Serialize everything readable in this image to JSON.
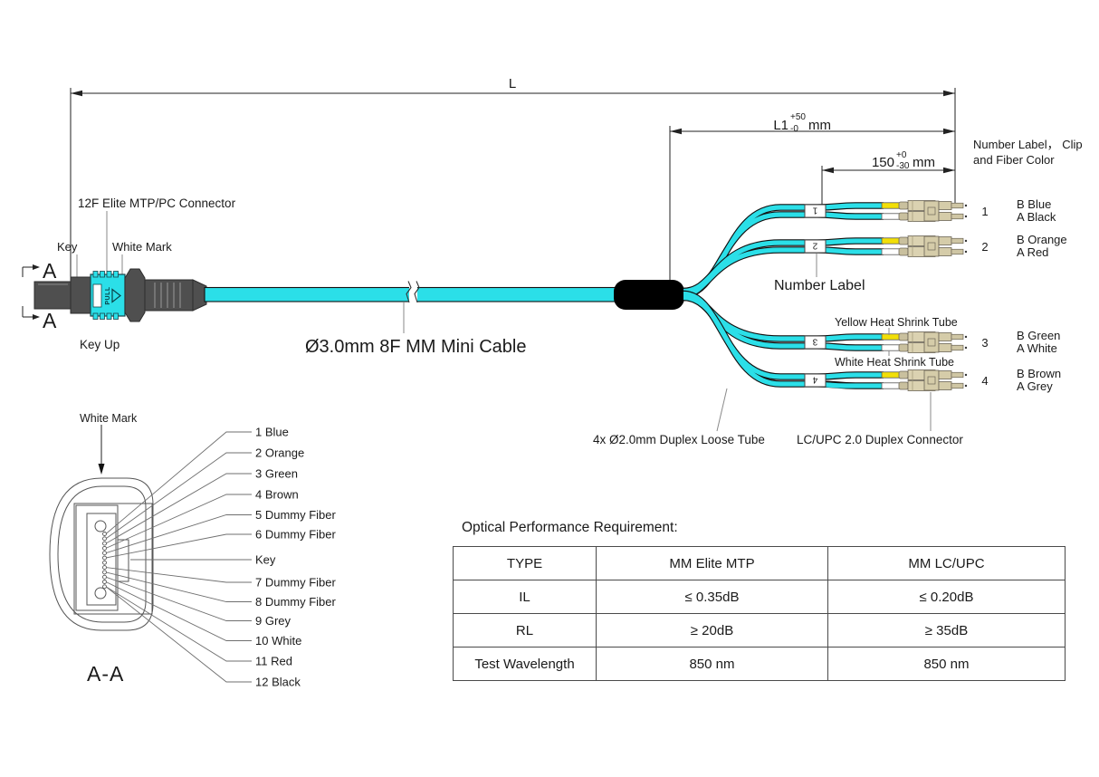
{
  "colors": {
    "fiber_cyan": "#2BDFE8",
    "heat_shrink_yellow": "#F2DF08",
    "lc_body_beige": "#D9D0AF",
    "connector_dark_grey": "#4F4F4F",
    "sleeve_black": "#000000"
  },
  "dims": {
    "l": "L",
    "l1": "L1",
    "l1_plus": "+50",
    "l1_minus": "-0",
    "l1_unit": "mm",
    "d150": "150",
    "d150_plus": "+0",
    "d150_minus": "-30",
    "d150_unit": "mm"
  },
  "note": {
    "line1": "Number Label， Clip",
    "line2": "and Fiber Color"
  },
  "mtp": {
    "connector": "12F Elite MTP/PC Connector",
    "key": "Key",
    "white_mark": "White Mark",
    "key_up": "Key Up",
    "pull": "PULL",
    "section_letter_top": "A",
    "section_letter_bottom": "A"
  },
  "cable": {
    "label": "Ø3.0mm 8F MM Mini Cable"
  },
  "breakout": {
    "number_label": "Number Label",
    "yellow_tube": "Yellow Heat Shrink Tube",
    "white_tube": "White Heat Shrink Tube",
    "loose_tube": "4x Ø2.0mm Duplex Loose Tube",
    "lc_connector": "LC/UPC  2.0 Duplex Connector"
  },
  "legs": [
    {
      "number": "1",
      "b": "B Blue",
      "a": "A Black"
    },
    {
      "number": "2",
      "b": "B Orange",
      "a": "A Red"
    },
    {
      "number": "3",
      "b": "B Green",
      "a": "A White"
    },
    {
      "number": "4",
      "b": "B Brown",
      "a": "A Grey"
    }
  ],
  "section": {
    "white_mark": "White Mark",
    "view": "A-A",
    "fibers": [
      "1 Blue",
      "2 Orange",
      "3 Green",
      "4 Brown",
      "5 Dummy Fiber",
      "6 Dummy Fiber",
      "Key",
      "7 Dummy Fiber",
      "8 Dummy Fiber",
      "9 Grey",
      "10 White",
      "11 Red",
      "12 Black"
    ]
  },
  "table": {
    "title": "Optical Performance Requirement:",
    "headers": [
      "TYPE",
      "MM Elite MTP",
      "MM LC/UPC"
    ],
    "rows": [
      [
        "IL",
        "≤ 0.35dB",
        "≤ 0.20dB"
      ],
      [
        "RL",
        "≥ 20dB",
        "≥ 35dB"
      ],
      [
        "Test Wavelength",
        "850 nm",
        "850 nm"
      ]
    ]
  }
}
